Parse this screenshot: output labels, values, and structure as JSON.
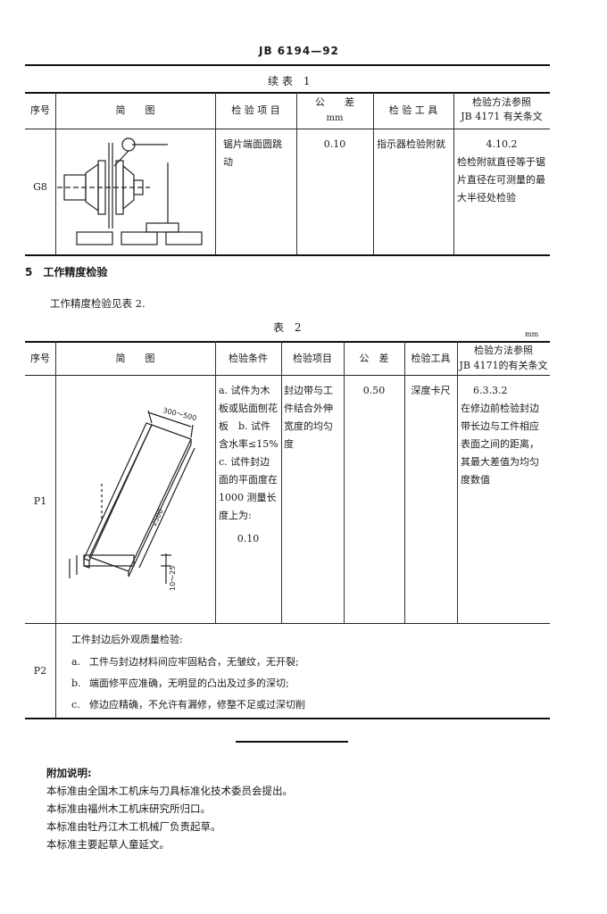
{
  "header": {
    "code": "JB 6194—92"
  },
  "table1": {
    "caption": "续表 1",
    "headers": {
      "seq": "序号",
      "sketch": "简　　图",
      "item": "检 验 项 目",
      "tol": "公　　差",
      "tol_unit": "mm",
      "tool": "检 验 工 具",
      "method": "检验方法参照",
      "method2": "JB 4171 有关条文"
    },
    "row": {
      "seq": "G8",
      "item": "锯片端面圆跳动",
      "tol": "0.10",
      "tool": "指示器检验附就",
      "method_ref": "4.10.2",
      "method_text": "检检附就直径等于锯片直径在可测量的最大半径处检验"
    }
  },
  "section5": {
    "title": "5　工作精度检验",
    "intro": "工作精度检验见表 2."
  },
  "table2": {
    "caption": "表 2",
    "unit": "mm",
    "headers": {
      "seq": "序号",
      "sketch": "简　　图",
      "cond": "检验条件",
      "item": "检验项目",
      "tol": "公　差",
      "tool": "检验工具",
      "method": "检验方法参照",
      "method2": "JB 4171的有关条文"
    },
    "p1": {
      "seq": "P1",
      "cond": "a. 试件为木板或贴面刨花板　b. 试件含水率≤15%　c. 试件封边面的平面度在 1000 测量长度上为:",
      "cond_value": "0.10",
      "item": "封边带与工件结合外伸宽度的均匀度",
      "tol": "0.50",
      "tool": "深度卡尺",
      "method_ref": "6.3.3.2",
      "method_text": "在修边前检验封边带长边与工件相应表面之间的距离，其最大差值为均匀度数值",
      "dims": {
        "width": "300～500",
        "length": "2500",
        "height": "10～25"
      }
    },
    "p2": {
      "seq": "P2",
      "title": "工件封边后外观质量检验:",
      "items": [
        {
          "mark": "a.",
          "text": "工件与封边材料间应牢固粘合，无皱纹，无开裂;"
        },
        {
          "mark": "b.",
          "text": "端面修平应准确，无明显的凸出及过多的深切;"
        },
        {
          "mark": "c.",
          "text": "修边应精确，不允许有漏修，修整不足或过深切削"
        }
      ]
    }
  },
  "notes": {
    "title": "附加说明:",
    "lines": [
      "本标准由全国木工机床与刀具标准化技术委员会提出。",
      "本标准由福州木工机床研究所归口。",
      "本标准由牡丹江木工机械厂负责起草。",
      "本标准主要起草人童延文。"
    ]
  }
}
